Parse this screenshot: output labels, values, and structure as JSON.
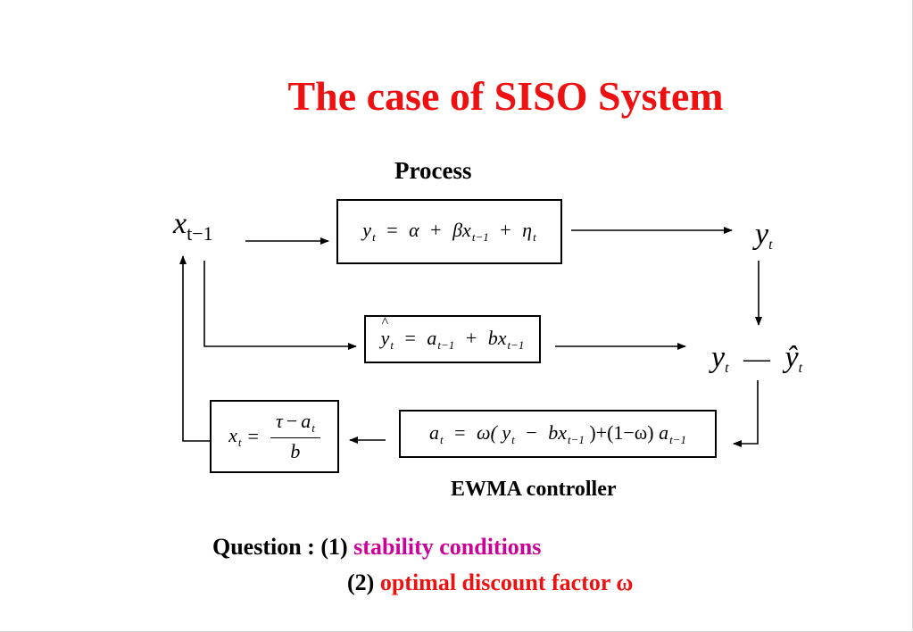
{
  "title": "The case of SISO System",
  "colors": {
    "title": "#ee1111",
    "magenta": "#cc0099",
    "red": "#ee1111"
  },
  "labels": {
    "process": "Process",
    "ewma_controller": "EWMA controller"
  },
  "variables": {
    "x_prev": {
      "base": "x",
      "sub": "t−1"
    },
    "y_t": {
      "base": "y",
      "sub": "t"
    },
    "diff_y": {
      "base": "y",
      "sub": "t",
      "minus": "—",
      "yhat": "ŷ",
      "yhat_sub": "t"
    }
  },
  "equations": {
    "process": {
      "y": "y",
      "y_sub": "t",
      "eq": "=",
      "alpha": "α",
      "plus1": "+",
      "beta_x": "βx",
      "bx_sub": "t−1",
      "plus2": "+",
      "eta": "η",
      "eta_sub": "t"
    },
    "model": {
      "y": "y",
      "y_sub": "t",
      "eq": "=",
      "a": "a",
      "a_sub": "t−1",
      "plus": "+",
      "bx": "bx",
      "bx_sub": "t−1"
    },
    "ewma": {
      "a": "a",
      "a_sub": "t",
      "eq": "=",
      "w_open": "ω(",
      "y": "y",
      "y_sub": "t",
      "minus": "−",
      "bx": "bx",
      "bx_sub": "t−1",
      "close_plus": ")+(1−ω)",
      "a2": "a",
      "a2_sub": "t−1"
    },
    "control": {
      "x": "x",
      "x_sub": "t",
      "eq": "=",
      "num_tau": "τ",
      "num_minus": "−",
      "num_a": "a",
      "num_a_sub": "t",
      "den": "b"
    }
  },
  "question": {
    "prefix": "Question : (1) ",
    "q1": "stability conditions",
    "q2_num": "(2) ",
    "q2": "optimal discount factor ω"
  }
}
